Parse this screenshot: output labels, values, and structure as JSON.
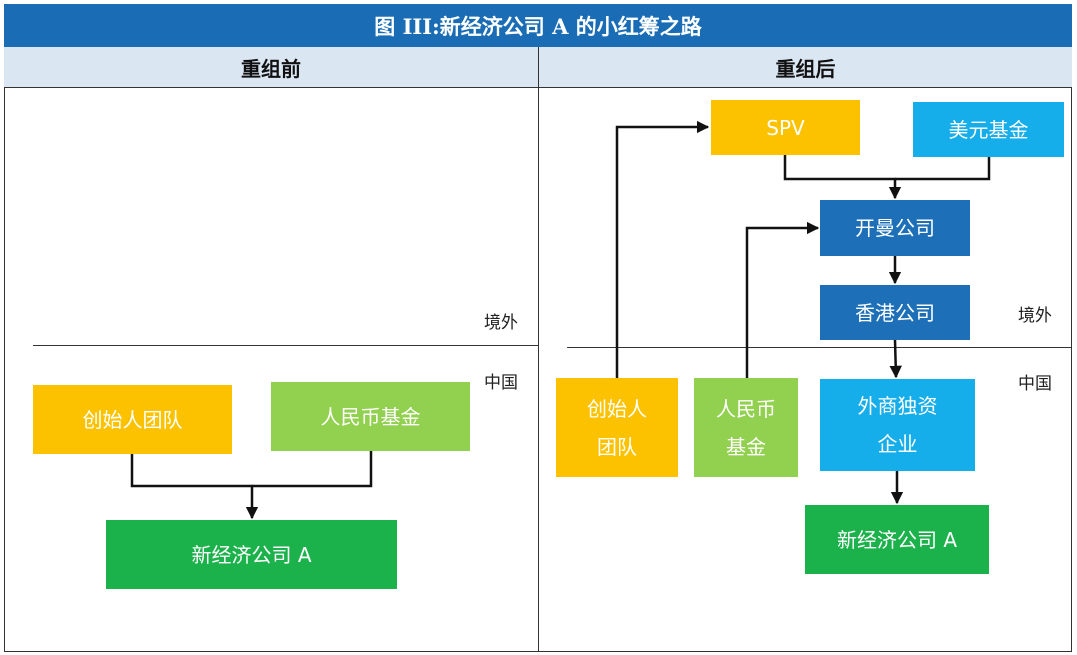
{
  "title": "图 III:新经济公司 A 的小红筹之路",
  "left": {
    "header": "重组前",
    "region_outside": "境外",
    "region_china": "中国",
    "boxes": {
      "founders": "创始人团队",
      "rmb_fund": "人民币基金",
      "company_a": "新经济公司 A"
    }
  },
  "right": {
    "header": "重组后",
    "region_outside": "境外",
    "region_china": "中国",
    "boxes": {
      "spv": "SPV",
      "usd_fund": "美元基金",
      "cayman": "开曼公司",
      "hk": "香港公司",
      "founders_line1": "创始人",
      "founders_line2": "团队",
      "rmb_fund_line1": "人民币",
      "rmb_fund_line2": "基金",
      "wfoe_line1": "外商独资",
      "wfoe_line2": "企业",
      "company_a": "新经济公司 A"
    }
  },
  "colors": {
    "title_bar": "#1a6db5",
    "header_bg": "#dbe6f3",
    "yellow": "#fcc200",
    "light_green": "#92d050",
    "green": "#1cb24b",
    "navy": "#1d70b8",
    "sky": "#16aeea"
  }
}
